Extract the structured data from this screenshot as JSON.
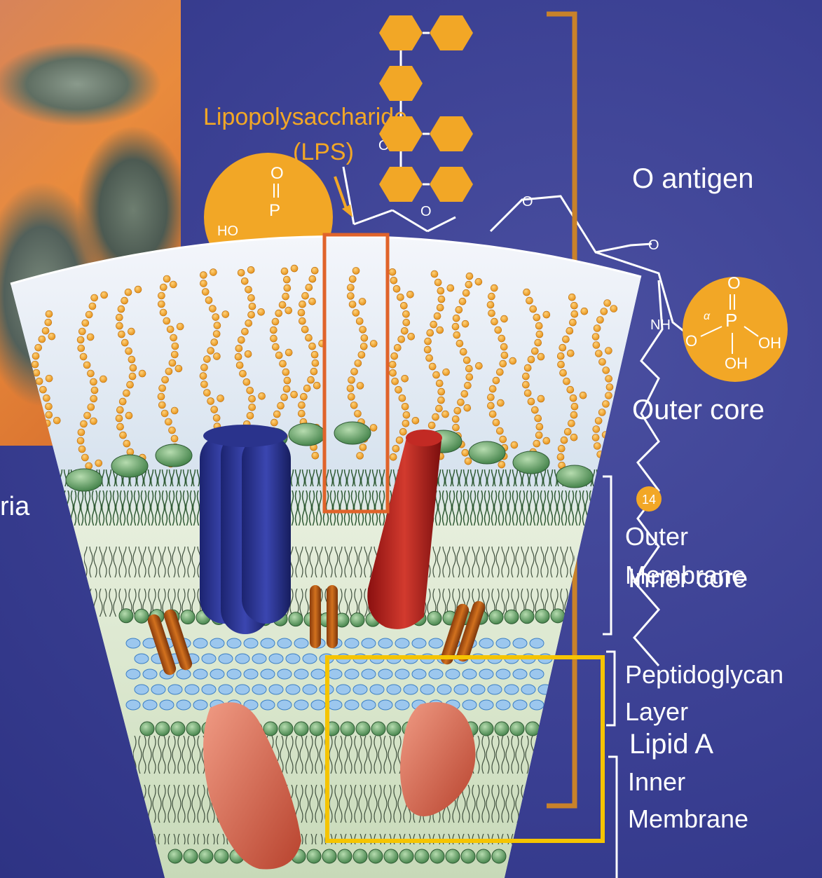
{
  "labels": {
    "lps_line1": "Lipopolysaccharide",
    "lps_line2": "(LPS)",
    "o_antigen": "O antigen",
    "outer_core": "Outer core",
    "inner_core": "Inner core",
    "outer_membrane_1": "Outer",
    "outer_membrane_2": "Membrane",
    "peptidoglycan_1": "Peptidoglycan",
    "peptidoglycan_2": "Layer",
    "lipid_a": "Lipid A",
    "inner_membrane_1": "Inner",
    "inner_membrane_2": "Membrane",
    "bacteria_partial": "ria",
    "badge_14": "14"
  },
  "chem": {
    "left_p": "P",
    "left_o": "O",
    "left_ho": "HO",
    "oh_top": "OH",
    "o_ring": "O",
    "o_ring2": "O",
    "o_right": "O",
    "nh": "NH",
    "alpha": "α",
    "right_p": "P",
    "right_o": "O",
    "right_o2": "O",
    "right_oh": "OH",
    "right_oh2": "OH"
  },
  "colors": {
    "background": "#3a3f92",
    "accent_orange": "#f2a726",
    "highlight_orange_box": "#e0632a",
    "highlight_yellow_box": "#f5c400",
    "bracket": "#c9822a"
  }
}
